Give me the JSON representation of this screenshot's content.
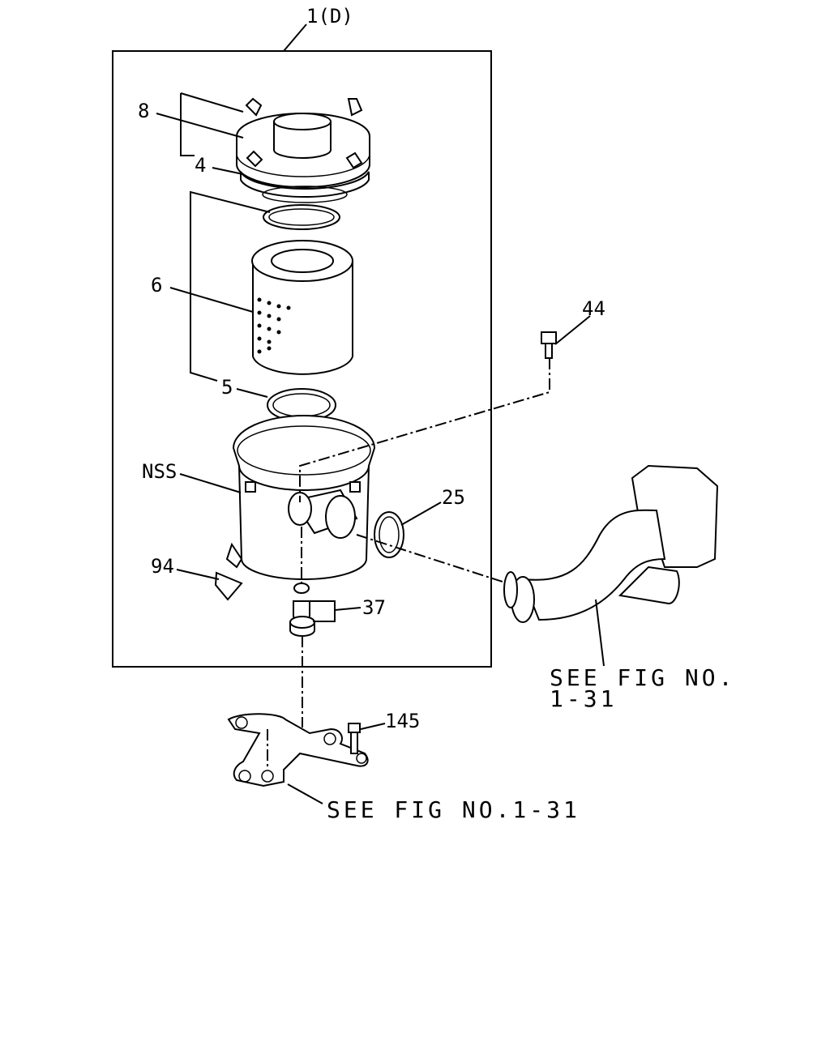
{
  "labels": {
    "assembly": "1(D)",
    "cover": "8",
    "clamp": "4",
    "seal_upper": "",
    "element": "6",
    "seal_lower": "5",
    "housing": "NSS",
    "valve": "94",
    "band": "25",
    "bolt_top": "44",
    "mount": "37",
    "bolt_bracket": "145"
  },
  "references": {
    "duct_ref_line1": "SEE FIG NO.",
    "duct_ref_line2": "1-31",
    "bracket_ref": "SEE FIG NO.1-31"
  }
}
